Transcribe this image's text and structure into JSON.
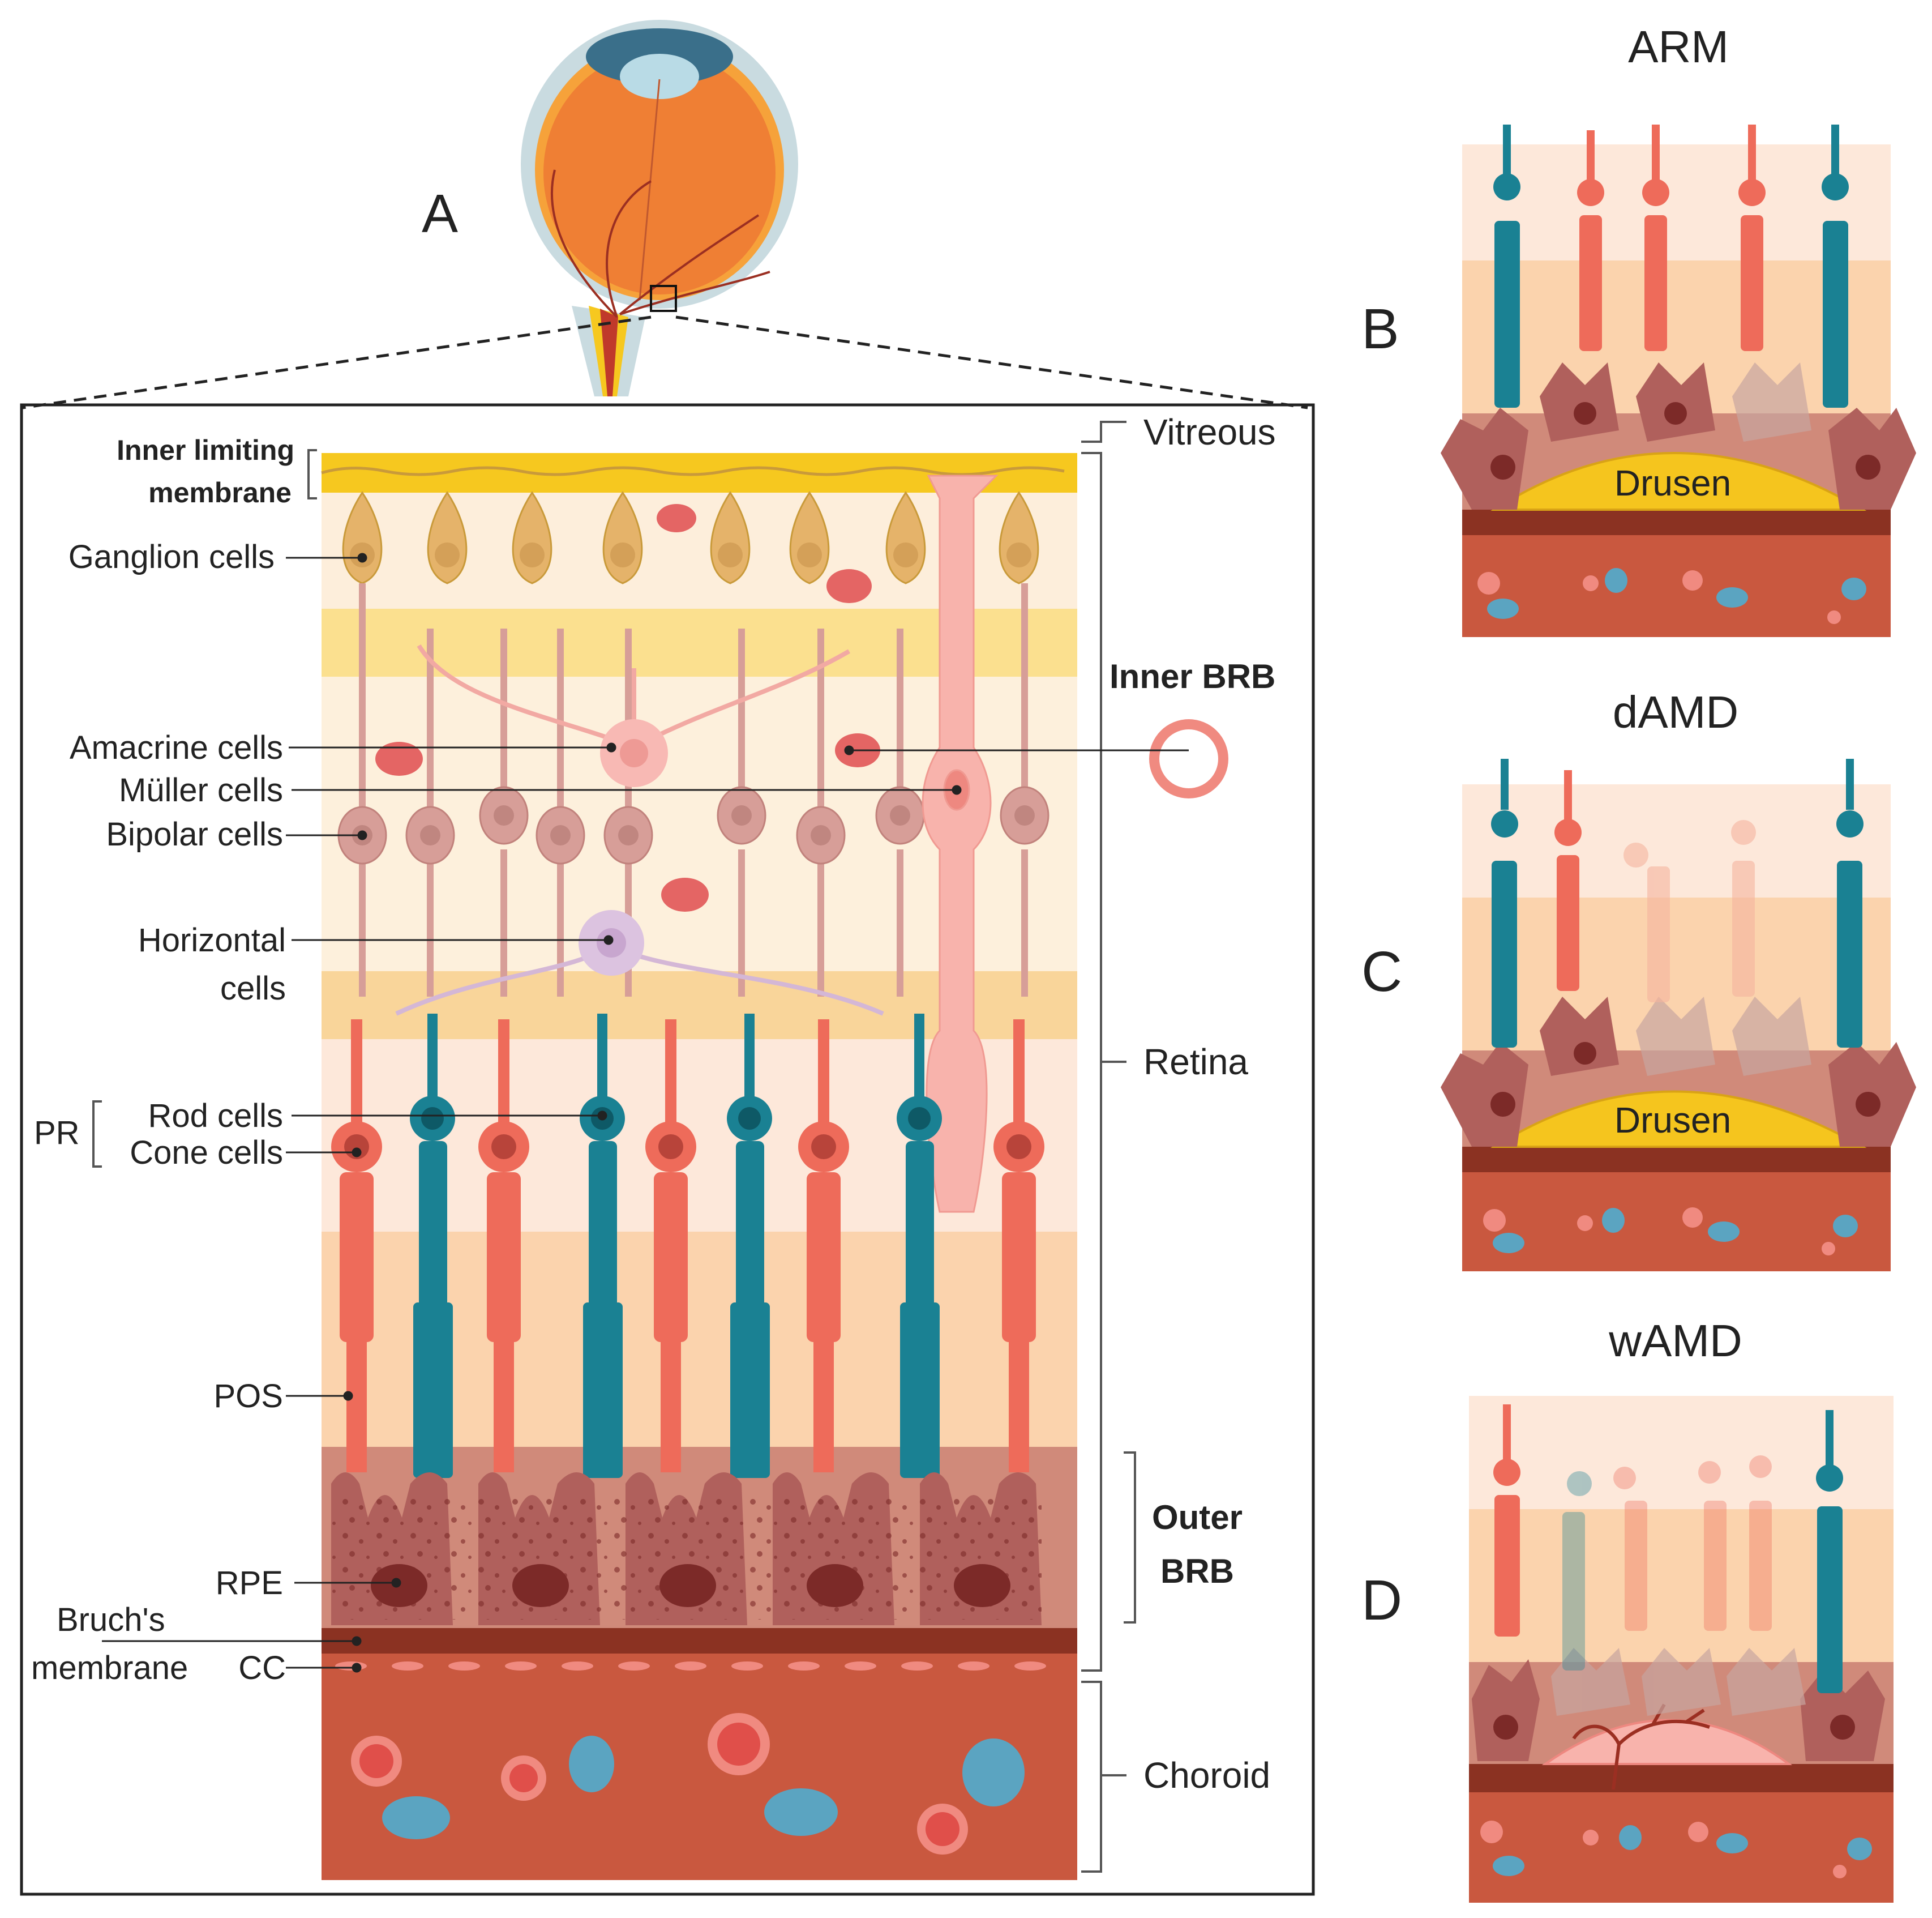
{
  "colors": {
    "layer_ilm": "#f6c81f",
    "layer_light": "#fdeedb",
    "layer_yellow": "#fbe08f",
    "layer_peach": "#fbd3ad",
    "layer_orange": "#f9c58e",
    "rpe": "#b0605c",
    "rpe_dark": "#7c2a28",
    "bruch": "#8b3222",
    "choroid": "#c9583f",
    "cone": "#ee6b5a",
    "rod": "#1a8193",
    "ganglion": "#e5b36a",
    "bipolar": "#d79e98",
    "rbc": "#e46564",
    "blue_cell": "#5ba4c1",
    "drusen": "#f5c51e"
  },
  "panel_letters": {
    "a": "A",
    "b": "B",
    "c": "C",
    "d": "D"
  },
  "panel_titles": {
    "b": "ARM",
    "c": "dAMD",
    "d": "wAMD"
  },
  "left_labels": {
    "ilm_line1": "Inner limiting",
    "ilm_line2": "membrane",
    "ganglion": "Ganglion cells",
    "amacrine": "Amacrine cells",
    "muller": "Müller cells",
    "bipolar": "Bipolar cells",
    "horizontal_line1": "Horizontal",
    "horizontal_line2": "cells",
    "pr": "PR",
    "rod": "Rod cells",
    "cone": "Cone cells",
    "pos": "POS",
    "rpe": "RPE",
    "bruch_line1": "Bruch's",
    "bruch_line2": "membrane",
    "cc": "CC"
  },
  "right_labels": {
    "vitreous": "Vitreous",
    "inner_brb": "Inner BRB",
    "retina": "Retina",
    "outer_brb_line1": "Outer",
    "outer_brb_line2": "BRB",
    "choroid": "Choroid"
  },
  "drusen_label": "Drusen"
}
